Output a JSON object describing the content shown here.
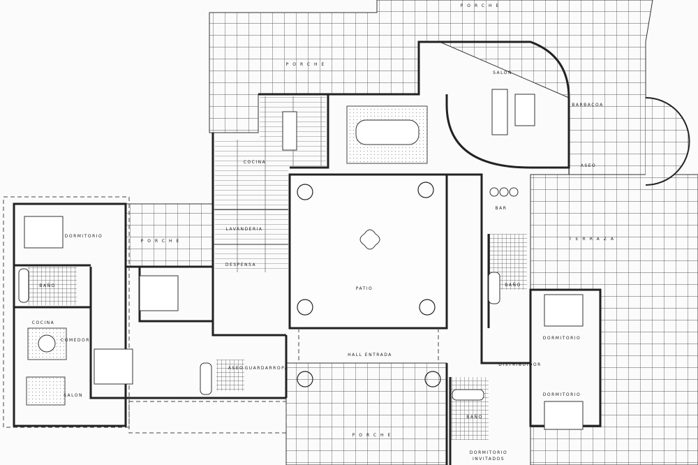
{
  "plan": {
    "rooms": {
      "porche_north": "PORCHE",
      "porche_west_top": "PORCHE",
      "salon_main": "SALON",
      "barbacoa": "BARBACOA",
      "aseo_main": "ASEO",
      "cocina_main": "COCINA",
      "lavanderia": "LAVANDERIA",
      "despensa": "DESPENSA",
      "patio": "PATIO",
      "bar": "BAR",
      "terraza": "TERRAZA",
      "bano_east": "BAÑO",
      "dormitorio_east_1": "DORMITORIO",
      "distribuidor": "DISTRIBUIDOR",
      "dormitorio_east_2": "DORMITORIO",
      "bano_guest": "BAÑO",
      "dormitorio_invitados_1": "DORMITORIO",
      "dormitorio_invitados_2": "INVITADOS",
      "hall_entrada": "HALL  ENTRADA",
      "porche_south": "PORCHE",
      "aseo_south": "ASEO",
      "guardarropa": "GUARDARROPA",
      "porche_west": "PORCHE",
      "dormitorio_west": "DORMITORIO",
      "bano_west": "BAÑO",
      "cocina_west": "COCINA",
      "comedor_west": "COMEDOR",
      "salon_west": "SALON"
    }
  }
}
